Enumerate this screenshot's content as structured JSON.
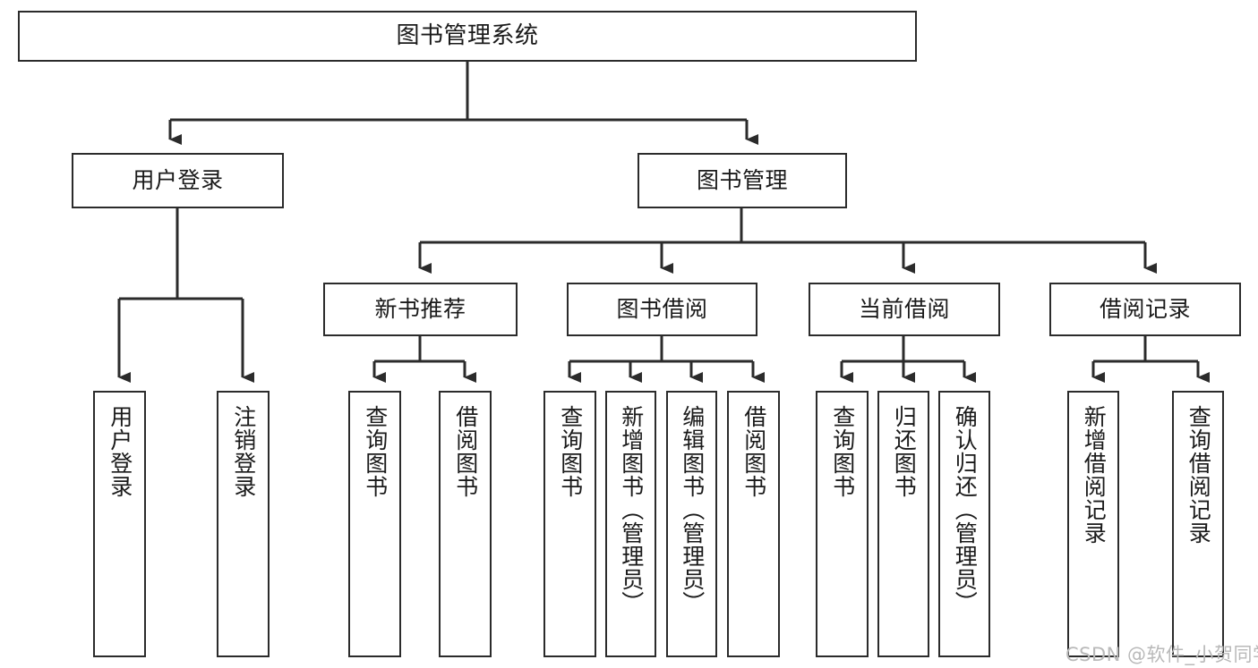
{
  "diagram": {
    "title": "图书管理系统",
    "type": "hierarchy-tree",
    "watermark": "CSDN @软件_小贺同学",
    "colors": {
      "box_border": "#2b2b2b",
      "box_fill": "#ffffff",
      "connector": "#2b2b2b",
      "text": "#1a1a1a",
      "watermark": "#b9b9b9"
    },
    "levels": {
      "root": {
        "label": "图书管理系统"
      },
      "level2": [
        {
          "id": "user-login",
          "label": "用户登录"
        },
        {
          "id": "book-manage",
          "label": "图书管理"
        }
      ],
      "level3": [
        {
          "id": "new-book-rec",
          "label": "新书推荐",
          "parent": "book-manage"
        },
        {
          "id": "book-borrow",
          "label": "图书借阅",
          "parent": "book-manage"
        },
        {
          "id": "current-borrow",
          "label": "当前借阅",
          "parent": "book-manage"
        },
        {
          "id": "borrow-record",
          "label": "借阅记录",
          "parent": "book-manage"
        }
      ],
      "leaves": {
        "user-login": [
          {
            "id": "leaf-user-login",
            "label": "用户登录"
          },
          {
            "id": "leaf-user-logout",
            "label": "注销登录"
          }
        ],
        "new-book-rec": [
          {
            "id": "leaf-query-book-1",
            "label": "查询图书"
          },
          {
            "id": "leaf-borrow-book-1",
            "label": "借阅图书"
          }
        ],
        "book-borrow": [
          {
            "id": "leaf-query-book-2",
            "label": "查询图书"
          },
          {
            "id": "leaf-add-book",
            "label": "新增图书（管理员）"
          },
          {
            "id": "leaf-edit-book",
            "label": "编辑图书（管理员）"
          },
          {
            "id": "leaf-borrow-book-2",
            "label": "借阅图书"
          }
        ],
        "current-borrow": [
          {
            "id": "leaf-query-book-3",
            "label": "查询图书"
          },
          {
            "id": "leaf-return-book",
            "label": "归还图书"
          },
          {
            "id": "leaf-confirm-return",
            "label": "确认归还（管理员）"
          }
        ],
        "borrow-record": [
          {
            "id": "leaf-add-record",
            "label": "新增借阅记录"
          },
          {
            "id": "leaf-query-record",
            "label": "查询借阅记录"
          }
        ]
      }
    }
  }
}
